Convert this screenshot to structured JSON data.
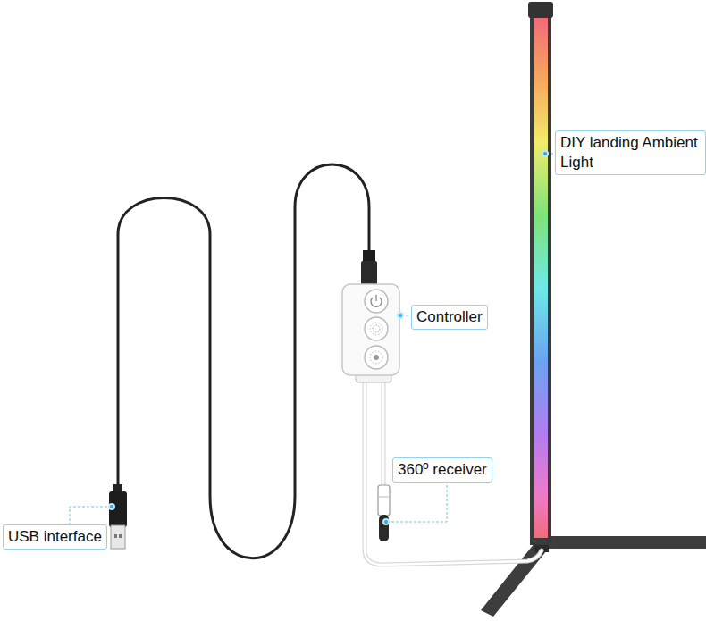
{
  "diagram": {
    "nodes": [
      {
        "text": [
          "DIY landing Ambient Light"
        ]
      },
      {
        "text": [
          "Controller"
        ]
      },
      {
        "text": [
          "360º receiver"
        ]
      },
      {
        "text": [
          "USB interface"
        ]
      }
    ]
  }
}
